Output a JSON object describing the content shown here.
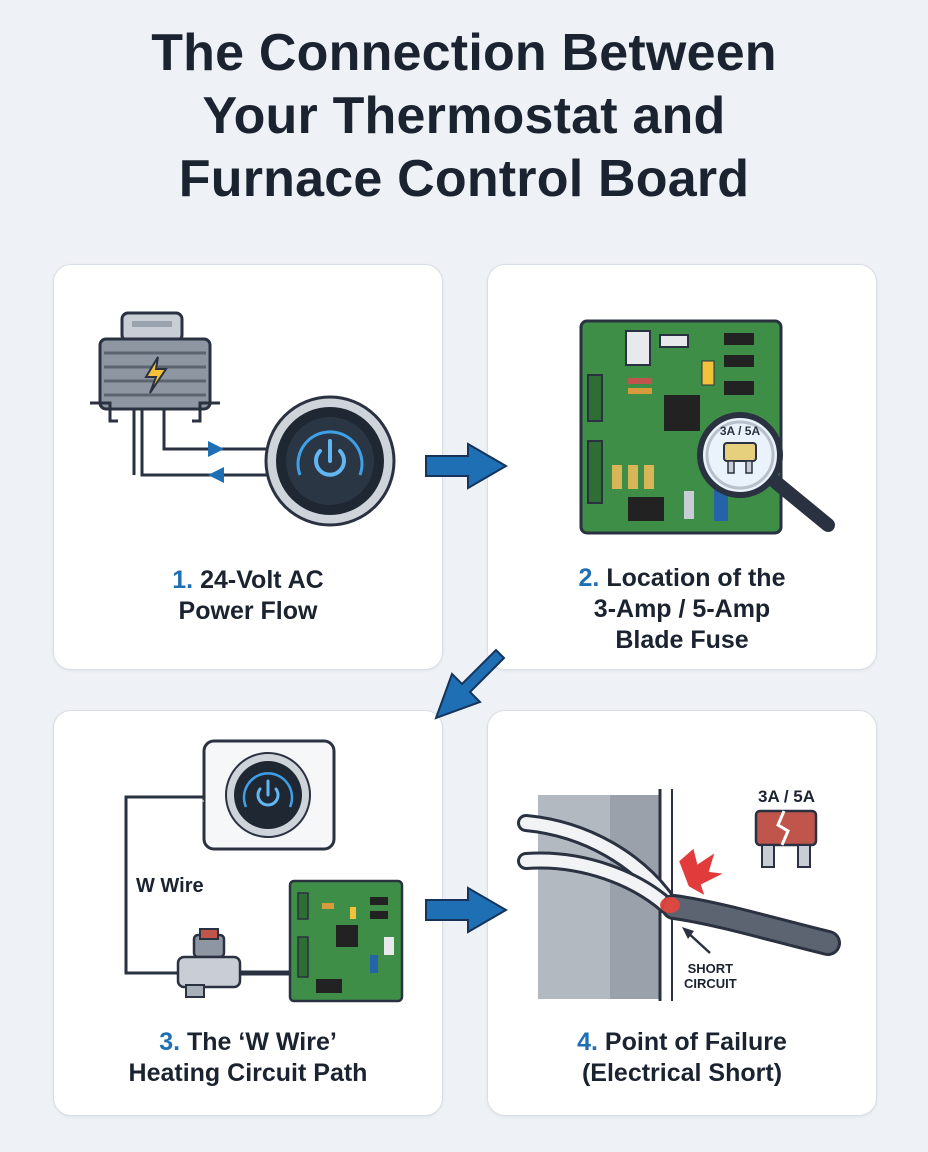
{
  "title": "The Connection Between\nYour Thermostat and\nFurnace Control Board",
  "colors": {
    "accent": "#1f6fb5",
    "text": "#1b2330",
    "board": "#3f8e48",
    "fuse": "#c0554c",
    "spark": "#e23b3b"
  },
  "panels": [
    {
      "num": "1.",
      "caption": "24-Volt AC\nPower Flow"
    },
    {
      "num": "2.",
      "caption": "Location of the\n3-Amp / 5-Amp\nBlade Fuse",
      "fuse_label": "3A / 5A"
    },
    {
      "num": "3.",
      "caption": "The ‘W Wire’\nHeating Circuit Path",
      "wire_label": "W Wire"
    },
    {
      "num": "4.",
      "caption": "Point of Failure\n(Electrical Short)",
      "fuse_label": "3A / 5A",
      "short_label": "SHORT\nCIRCUIT"
    }
  ],
  "icons": [
    "transformer-icon",
    "thermostat-icon",
    "control-board-icon",
    "magnifier-icon",
    "blade-fuse-icon",
    "gas-valve-icon",
    "spark-icon",
    "wire-icon"
  ]
}
